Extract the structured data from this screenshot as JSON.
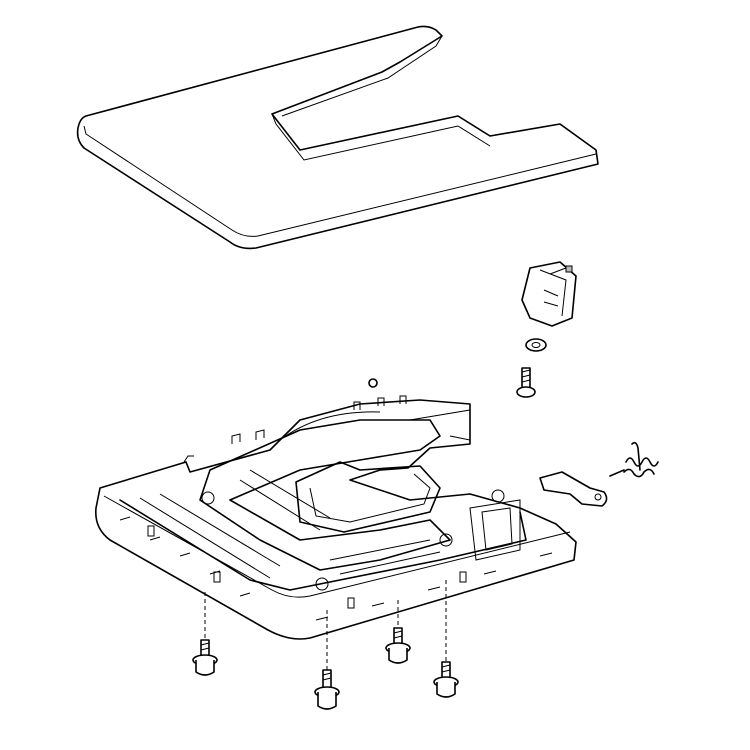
{
  "diagram": {
    "type": "exploded-parts-drawing",
    "line_color": "#000000",
    "background_color": "#ffffff",
    "parts": [
      "top-cover-plate",
      "base-tray",
      "latch-bracket",
      "washer",
      "bracket-screw",
      "lever",
      "spring",
      "mounting-screws"
    ]
  }
}
